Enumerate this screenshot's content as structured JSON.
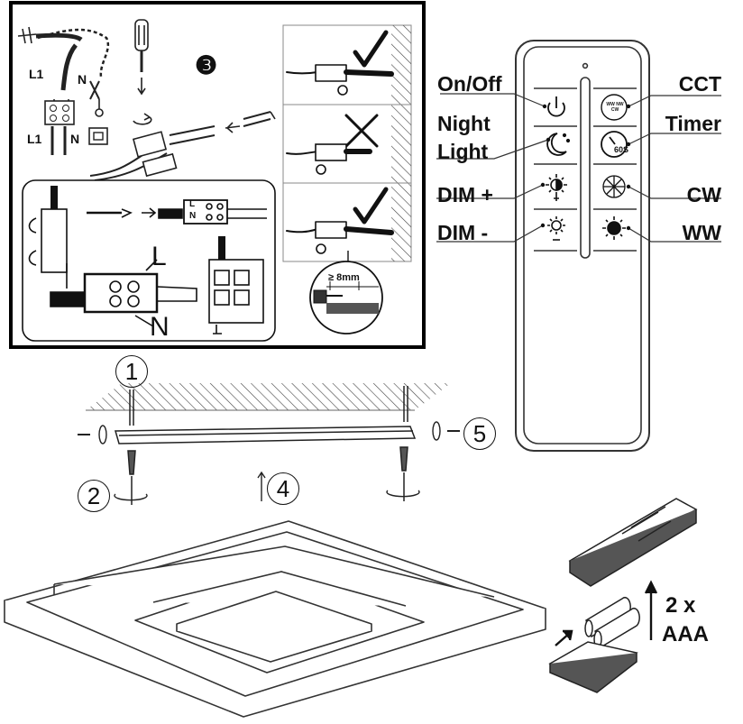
{
  "wiring_panel": {
    "step_badge": "❸",
    "wire_labels": {
      "l1_top": "L1",
      "n_top": "N",
      "l1_bottom": "L1",
      "n_bottom": "N"
    },
    "connector_labels": {
      "l": "L",
      "n": "N",
      "big_l": "L",
      "big_n": "N"
    },
    "strip_length": "≥ 8mm"
  },
  "remote": {
    "left_labels": {
      "on_off": "On/Off",
      "night_light_1": "Night",
      "night_light_2": "Light",
      "dim_plus": "DIM +",
      "dim_minus": "DIM -"
    },
    "right_labels": {
      "cct": "CCT",
      "timer": "Timer",
      "cw": "CW",
      "ww": "WW"
    },
    "timer_button_text": "60S",
    "cct_button_text": "WW NW CW"
  },
  "mounting_steps": {
    "s1": "1",
    "s2": "2",
    "s4": "4",
    "s5": "5"
  },
  "battery": {
    "line1": "2 x",
    "line2": "AAA"
  }
}
